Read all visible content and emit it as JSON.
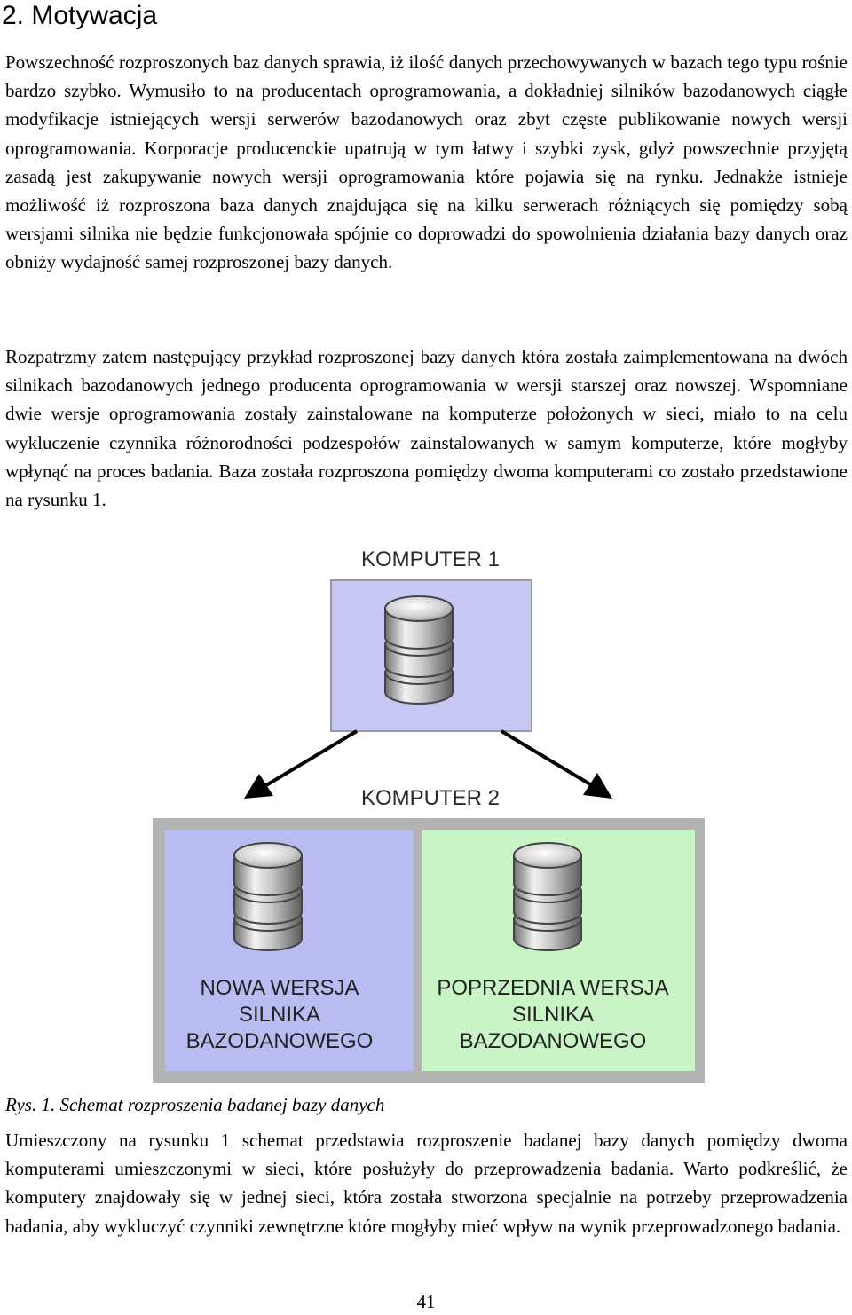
{
  "section": {
    "heading": "2. Motywacja"
  },
  "paragraphs": [
    "Powszechność rozproszonych baz danych sprawia, iż ilość danych przechowywanych w bazach tego typu rośnie bardzo szybko. Wymusiło to na producentach oprogramowania, a dokładniej silników bazodanowych ciągłe modyfikacje istniejących wersji serwerów bazodanowych oraz zbyt częste publikowanie nowych wersji oprogramowania. Korporacje producenckie upatrują w tym łatwy i szybki zysk, gdyż powszechnie przyjętą zasadą jest zakupywanie nowych wersji oprogramowania które pojawia się na rynku. Jednakże istnieje możliwość iż rozproszona baza danych znajdująca się na kilku serwerach różniących się pomiędzy sobą wersjami silnika nie będzie funkcjonowała spójnie co doprowadzi do spowolnienia działania bazy danych oraz obniży wydajność samej rozproszonej bazy danych.",
    "Rozpatrzmy zatem następujący przykład rozproszonej bazy danych która została zaimplementowana na dwóch silnikach bazodanowych jednego producenta oprogramowania w wersji starszej oraz nowszej. Wspomniane dwie wersje oprogramowania zostały zainstalowane na komputerze położonych w sieci, miało to na celu wykluczenie czynnika różnorodności podzespołów zainstalowanych w samym komputerze, które mogłyby wpłynąć na proces badania. Baza została rozproszona pomiędzy dwoma komputerami co zostało przedstawione na rysunku 1.",
    "Umieszczony na rysunku 1 schemat przedstawia rozproszenie badanej bazy danych pomiędzy dwoma komputerami umieszczonymi w sieci, które posłużyły do przeprowadzenia badania. Warto podkreślić, że komputery znajdowały się w jednej sieci, która została stworzona specjalnie na potrzeby przeprowadzenia badania, aby wykluczyć czynniki zewnętrzne które mogłyby mieć wpływ na wynik przeprowadzonego badania."
  ],
  "figure": {
    "computer1_label": "KOMPUTER 1",
    "computer2_label": "KOMPUTER 2",
    "new_version": [
      "NOWA WERSJA",
      "SILNIKA",
      "BAZODANOWEGO"
    ],
    "old_version": [
      "POPRZEDNIA WERSJA",
      "SILNIKA",
      "BAZODANOWEGO"
    ],
    "caption": "Rys. 1. Schemat rozproszenia badanej bazy danych",
    "colors": {
      "computer1_fill": "#c6c8f3",
      "new_version_fill": "#b8bcf0",
      "old_version_fill": "#c9f5c6",
      "outer_frame": "#b3b3b3"
    }
  },
  "page_number": "41"
}
